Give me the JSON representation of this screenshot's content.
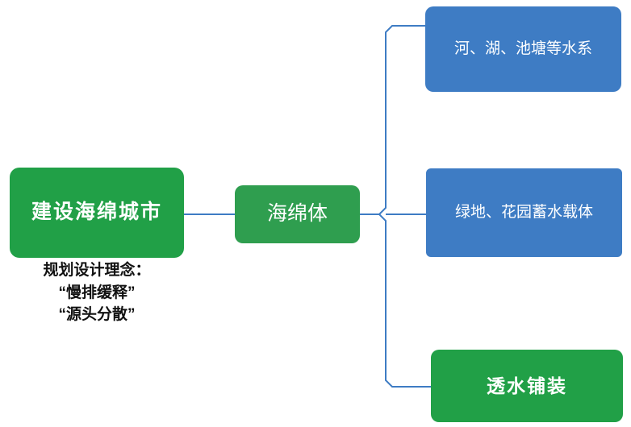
{
  "diagram": {
    "title_node": {
      "label": "建设海绵城市",
      "color": "#21a047"
    },
    "caption_lines": [
      "规划设计理念：",
      "“慢排缓释”",
      "“源头分散”"
    ],
    "middle_node": {
      "label": "海绵体",
      "color": "#2f9e4f"
    },
    "branches": [
      {
        "label": "河、湖、池塘等水系",
        "color": "#3e7cc4"
      },
      {
        "label": "绿地、花园蓄水载体",
        "color": "#3e7cc4"
      },
      {
        "label": "透水铺装",
        "color": "#21a047"
      }
    ],
    "connector_color": "#3e7cc4"
  }
}
